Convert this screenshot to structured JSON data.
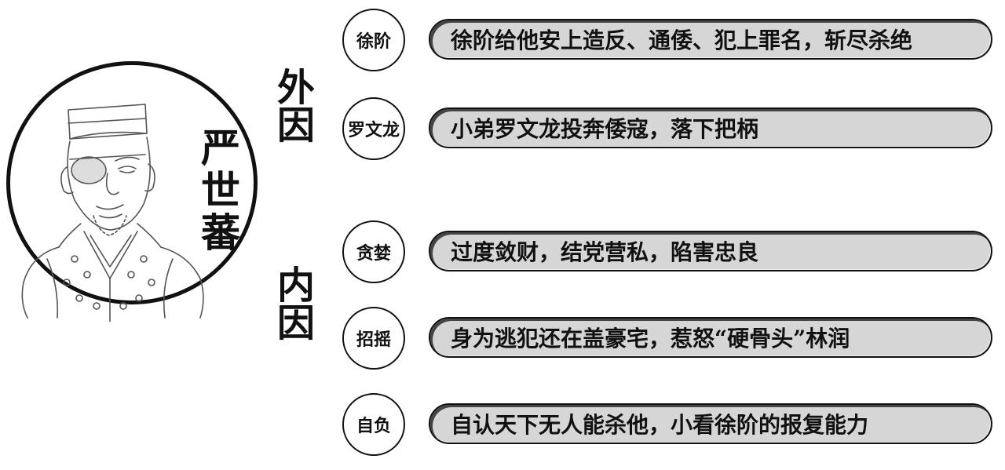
{
  "person": {
    "name": "严世蕃"
  },
  "causes": {
    "external": {
      "label": "外因"
    },
    "internal": {
      "label": "内因"
    }
  },
  "rows": [
    {
      "tag": "徐阶",
      "text": "徐阶给他安上造反、通倭、犯上罪名，斩尽杀绝"
    },
    {
      "tag": "罗文龙",
      "text": "小弟罗文龙投奔倭寇，落下把柄"
    },
    {
      "tag": "贪婪",
      "text": "过度敛财，结党营私，陷害忠良"
    },
    {
      "tag": "招摇",
      "text": "身为逃犯还在盖豪宅，惹怒“硬骨头”林润"
    },
    {
      "tag": "自负",
      "text": "自认天下无人能杀他，小看徐阶的报复能力"
    }
  ]
}
